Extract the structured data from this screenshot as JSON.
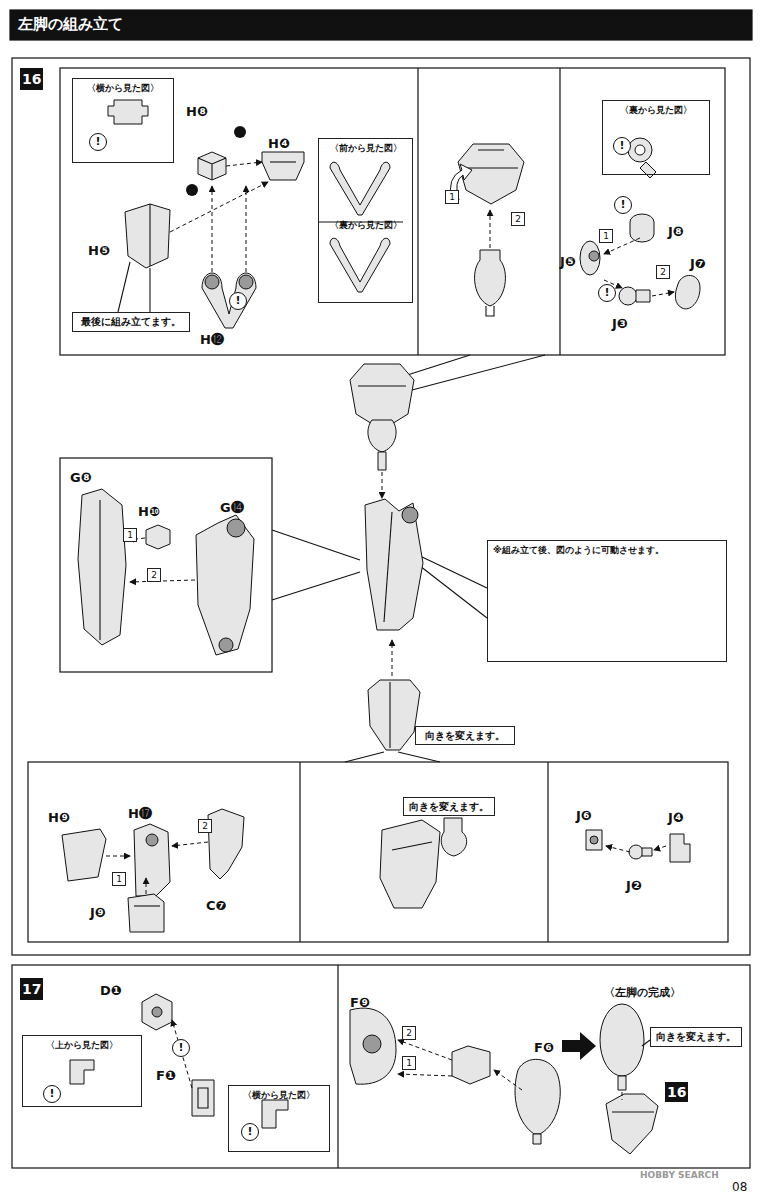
{
  "diagram": {
    "title": "左脚の組み立て",
    "nodes": [
      {
        "text": [
          "16"
        ]
      },
      {
        "text": [
          "〈横から見た図〉"
        ]
      },
      {
        "text": [
          "!"
        ],
        "in": 1
      },
      {
        "text": [
          "!"
        ]
      },
      {
        "text": [
          "〈前から見た図〉",
          "〈裏から見た図〉"
        ]
      },
      {
        "text": [
          "最後に組み立てます。"
        ]
      },
      {
        "text": [
          "1"
        ]
      },
      {
        "text": [
          "2"
        ]
      },
      {
        "text": [
          "〈裏から見た図〉"
        ]
      },
      {
        "text": [
          "!"
        ],
        "in": 8
      },
      {
        "text": [
          "!"
        ]
      },
      {
        "text": [
          "1"
        ]
      },
      {
        "text": [
          "2"
        ]
      },
      {
        "text": [
          "!"
        ]
      },
      {
        "text": [
          "1"
        ]
      },
      {
        "text": [
          "2"
        ]
      },
      {
        "text": [
          "※組み立て後、図のように可動させます。"
        ]
      },
      {
        "text": [
          "向きを変えます。"
        ]
      },
      {
        "text": [
          "1"
        ]
      },
      {
        "text": [
          "2"
        ]
      },
      {
        "text": [
          "向きを変えます。"
        ]
      },
      {
        "text": [
          "17"
        ]
      },
      {
        "text": [
          "〈上から見た図〉"
        ]
      },
      {
        "text": [
          "!"
        ],
        "in": 22
      },
      {
        "text": [
          "!"
        ]
      },
      {
        "text": [
          "〈横から見た図〉"
        ]
      },
      {
        "text": [
          "!"
        ],
        "in": 25
      },
      {
        "text": [
          "2"
        ]
      },
      {
        "text": [
          "1"
        ]
      },
      {
        "text": [
          "向きを変えます。"
        ]
      },
      {
        "text": [
          "16"
        ]
      }
    ],
    "labels": [
      "H❽",
      "H❹",
      "H❺",
      "H⓬",
      "J❺",
      "J❽",
      "J❼",
      "J❸",
      "G❽",
      "H❿",
      "G⓮",
      "H❾",
      "H⓱",
      "C❼",
      "J❾",
      "J❻",
      "J❹",
      "J❷",
      "D❶",
      "F❶",
      "F❾",
      "F❻",
      "〈左脚の完成〉",
      "08",
      "HOBBY SEARCH"
    ]
  }
}
